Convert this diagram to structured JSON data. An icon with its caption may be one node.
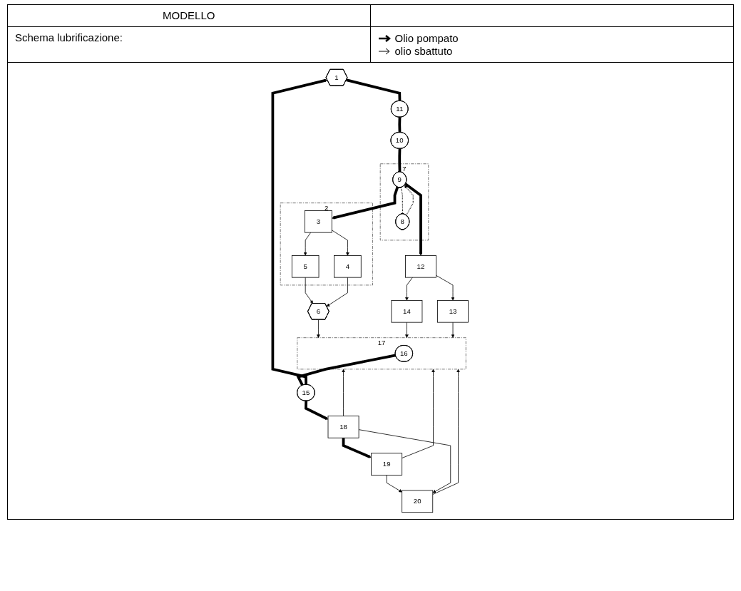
{
  "diagram": {
    "title": "Schema lubrificazione:",
    "nodes": [
      {
        "text": [
          "1"
        ]
      },
      {
        "text": [
          "2"
        ]
      },
      {
        "text": [
          "3"
        ],
        "in": 1
      },
      {
        "text": [
          "5"
        ],
        "in": 1
      },
      {
        "text": [
          "4"
        ],
        "in": 1
      },
      {
        "text": [
          "6"
        ]
      },
      {
        "text": [
          "7"
        ]
      },
      {
        "text": [
          "8"
        ],
        "in": 6
      },
      {
        "text": [
          "9"
        ],
        "in": 6
      },
      {
        "text": [
          "10"
        ]
      },
      {
        "text": [
          "11"
        ]
      },
      {
        "text": [
          "12"
        ]
      },
      {
        "text": [
          "14"
        ]
      },
      {
        "text": [
          "13"
        ]
      },
      {
        "text": [
          "15"
        ]
      },
      {
        "text": [
          "17"
        ]
      },
      {
        "text": [
          "16"
        ],
        "in": 15
      },
      {
        "text": [
          "18"
        ]
      },
      {
        "text": [
          "19"
        ]
      },
      {
        "text": [
          "20"
        ]
      }
    ],
    "edges": [
      {
        "from": 0,
        "to": 10,
        "arrow": "none",
        "style": "thick"
      },
      {
        "from": 10,
        "to": 9,
        "arrow": "none",
        "style": "thick"
      },
      {
        "from": 9,
        "to": 8,
        "arrow": "none",
        "style": "thick"
      },
      {
        "from": 8,
        "to": 11,
        "arrow": "to",
        "style": "thick"
      },
      {
        "from": 8,
        "to": 2,
        "arrow": "to",
        "style": "thick"
      },
      {
        "from": 7,
        "to": 8,
        "arrow": "to",
        "style": "dashed"
      },
      {
        "from": 8,
        "to": 7,
        "arrow": "none",
        "style": "dashed"
      },
      {
        "from": 2,
        "to": 3,
        "arrow": "to"
      },
      {
        "from": 2,
        "to": 4,
        "arrow": "to"
      },
      {
        "from": 3,
        "to": 5,
        "arrow": "to"
      },
      {
        "from": 4,
        "to": 5,
        "arrow": "to"
      },
      {
        "from": 5,
        "to": 15,
        "arrow": "to"
      },
      {
        "from": 11,
        "to": 12,
        "arrow": "to"
      },
      {
        "from": 11,
        "to": 13,
        "arrow": "to"
      },
      {
        "from": 12,
        "to": 15,
        "arrow": "to"
      },
      {
        "from": 13,
        "to": 15,
        "arrow": "to"
      },
      {
        "from": 16,
        "to": 14,
        "arrow": "none",
        "style": "thick"
      },
      {
        "from": 14,
        "to": 0,
        "arrow": "to",
        "style": "thick"
      },
      {
        "from": 14,
        "to": 17,
        "arrow": "to",
        "style": "thick"
      },
      {
        "from": 17,
        "to": 18,
        "arrow": "to",
        "style": "thick"
      },
      {
        "from": 18,
        "to": 19,
        "arrow": "to"
      },
      {
        "from": 17,
        "to": 19,
        "arrow": "to"
      },
      {
        "from": 18,
        "to": 15,
        "arrow": "to"
      },
      {
        "from": 19,
        "to": 15,
        "arrow": "to"
      },
      {
        "from": 17,
        "to": 15,
        "arrow": "to"
      }
    ],
    "labels": [
      "MODELLO"
    ],
    "legend": [
      {
        "text": "Olio pompato"
      },
      {
        "text": "olio sbattuto"
      }
    ]
  }
}
